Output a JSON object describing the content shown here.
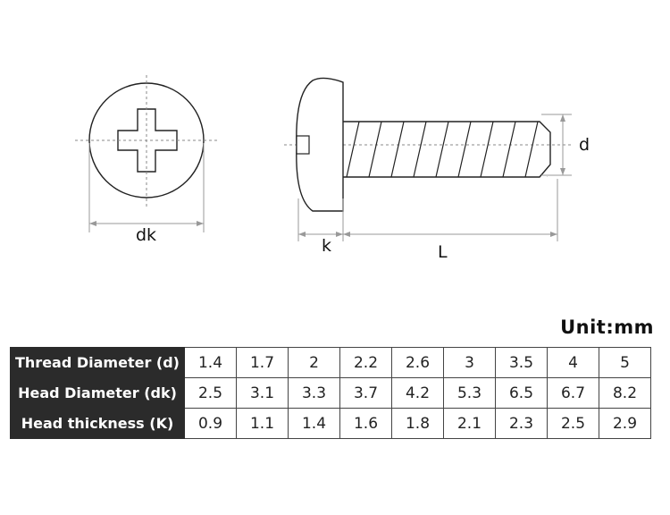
{
  "diagram": {
    "labels": {
      "dk": "dk",
      "k": "k",
      "L": "L",
      "d": "d"
    }
  },
  "unit_label": "Unit:mm",
  "table": {
    "rows": [
      {
        "header": "Thread Diameter  (d)",
        "values": [
          "1.4",
          "1.7",
          "2",
          "2.2",
          "2.6",
          "3",
          "3.5",
          "4",
          "5"
        ]
      },
      {
        "header": "Head Diameter  (dk)",
        "values": [
          "2.5",
          "3.1",
          "3.3",
          "3.7",
          "4.2",
          "5.3",
          "6.5",
          "6.7",
          "8.2"
        ]
      },
      {
        "header": "Head thickness (K)",
        "values": [
          "0.9",
          "1.1",
          "1.4",
          "1.6",
          "1.8",
          "2.1",
          "2.3",
          "2.5",
          "2.9"
        ]
      }
    ]
  },
  "colors": {
    "header_bg": "#2b2b2b",
    "header_text": "#ffffff",
    "line": "#222222",
    "dim_line": "#999999"
  }
}
